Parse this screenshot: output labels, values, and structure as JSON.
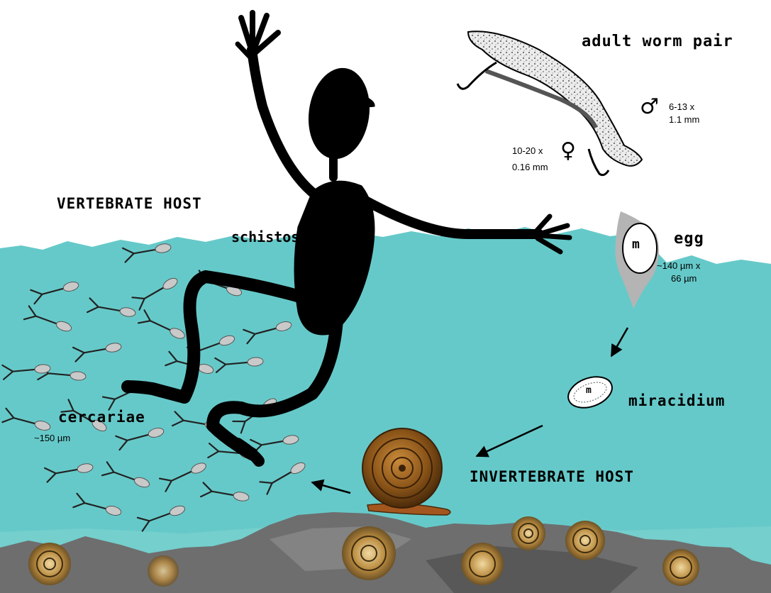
{
  "labels": {
    "adult_worm_pair": "adult worm pair",
    "male_symbol": "♂",
    "male_size_1": "6-13 x",
    "male_size_2": "1.1 mm",
    "female_symbol": "♀",
    "female_size_1": "10-20 x",
    "female_size_2": "0.16 mm",
    "vertebrate_host": "VERTEBRATE HOST",
    "schistosomula": "schistosomula",
    "egg": "egg",
    "egg_size_1": "~140 µm x",
    "egg_size_2": "66 µm",
    "egg_letter": "m",
    "miracidium": "miracidium",
    "miracidium_letter": "m",
    "cercariae": "cercariae",
    "cercariae_size": "~150 µm",
    "invertebrate_host": "INVERTEBRATE HOST"
  },
  "colors": {
    "water": "#66c9c9",
    "water_shallow": "#7fd3d0",
    "human_silhouette": "#000000",
    "egg_shell": "#b4b4b4",
    "snail_shell": "#8a5418",
    "snail_body": "#a3571e",
    "worm_body": "#e6e6e6",
    "rock": "#6e6e6e"
  },
  "icons": {
    "male": "male-symbol-icon",
    "female": "female-symbol-icon",
    "arrow": "arrow-icon"
  }
}
